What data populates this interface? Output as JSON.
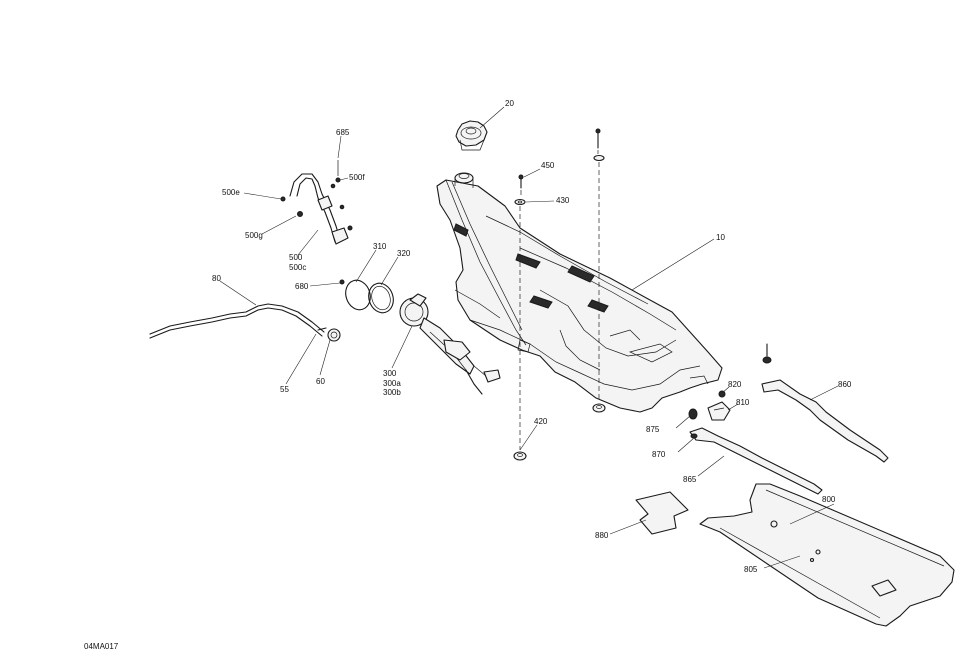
{
  "figure_id": "04MA017",
  "callouts": [
    {
      "id": "c20",
      "label": "20"
    },
    {
      "id": "c685",
      "label": "685"
    },
    {
      "id": "c450",
      "label": "450"
    },
    {
      "id": "c430",
      "label": "430"
    },
    {
      "id": "c500f",
      "label": "500f"
    },
    {
      "id": "c500e",
      "label": "500e"
    },
    {
      "id": "c500g",
      "label": "500g"
    },
    {
      "id": "c500",
      "label": "500"
    },
    {
      "id": "c500c",
      "label": "500c"
    },
    {
      "id": "c10",
      "label": "10"
    },
    {
      "id": "c310",
      "label": "310"
    },
    {
      "id": "c320",
      "label": "320"
    },
    {
      "id": "c80",
      "label": "80"
    },
    {
      "id": "c680",
      "label": "680"
    },
    {
      "id": "c300",
      "label": "300"
    },
    {
      "id": "c300a",
      "label": "300a"
    },
    {
      "id": "c300b",
      "label": "300b"
    },
    {
      "id": "c55",
      "label": "55"
    },
    {
      "id": "c60",
      "label": "60"
    },
    {
      "id": "c420",
      "label": "420"
    },
    {
      "id": "c820",
      "label": "820"
    },
    {
      "id": "c810",
      "label": "810"
    },
    {
      "id": "c860",
      "label": "860"
    },
    {
      "id": "c875",
      "label": "875"
    },
    {
      "id": "c870",
      "label": "870"
    },
    {
      "id": "c865",
      "label": "865"
    },
    {
      "id": "c800",
      "label": "800"
    },
    {
      "id": "c880",
      "label": "880"
    },
    {
      "id": "c805",
      "label": "805"
    }
  ]
}
